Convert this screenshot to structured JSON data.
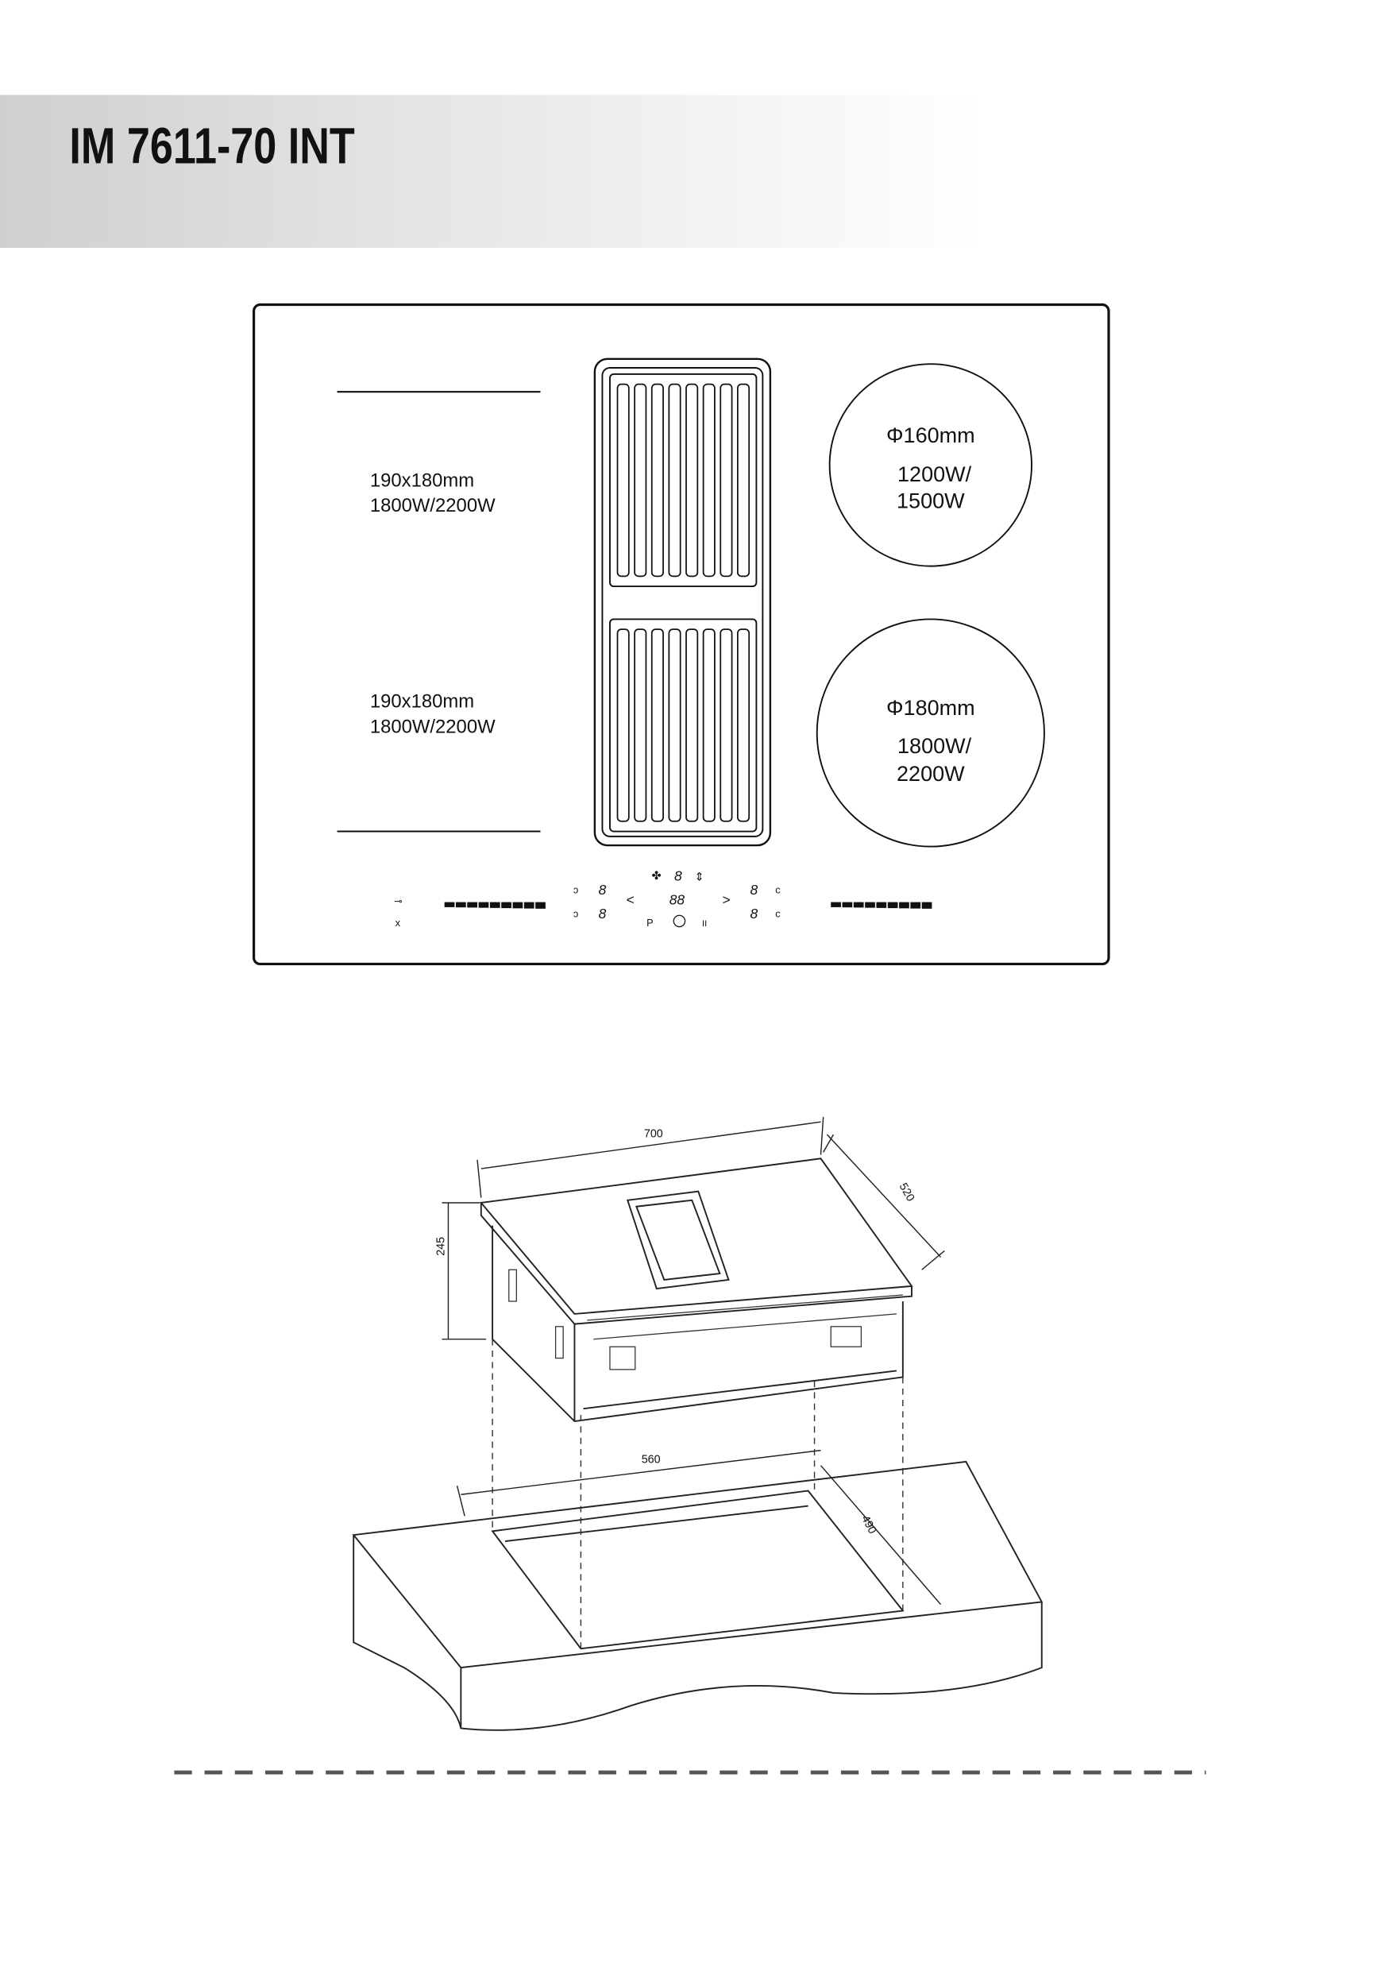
{
  "header": {
    "title": "IM 7611-70 INT"
  },
  "top_view": {
    "zone_left_rear": {
      "size": "190x180mm",
      "power": "1800W/2200W"
    },
    "zone_left_front": {
      "size": "190x180mm",
      "power": "1800W/2200W"
    },
    "zone_right_rear": {
      "diameter": "Φ160mm",
      "power_1": "1200W/",
      "power_2": "1500W"
    },
    "zone_right_front": {
      "diameter": "Φ180mm",
      "power_1": "1800W/",
      "power_2": "2200W"
    },
    "control_panel": {
      "digit": "8",
      "center_display": "88",
      "prev": "<",
      "next": ">",
      "p_label": "P",
      "pause_label": "II"
    }
  },
  "install_view": {
    "width_label": "700",
    "depth_label": "520",
    "height_label": "245",
    "cutout_width_label": "560",
    "cutout_depth_label": "490"
  },
  "colors": {
    "header_gray": "#cfcfd1",
    "line": "#222222",
    "divider": "#555555"
  }
}
